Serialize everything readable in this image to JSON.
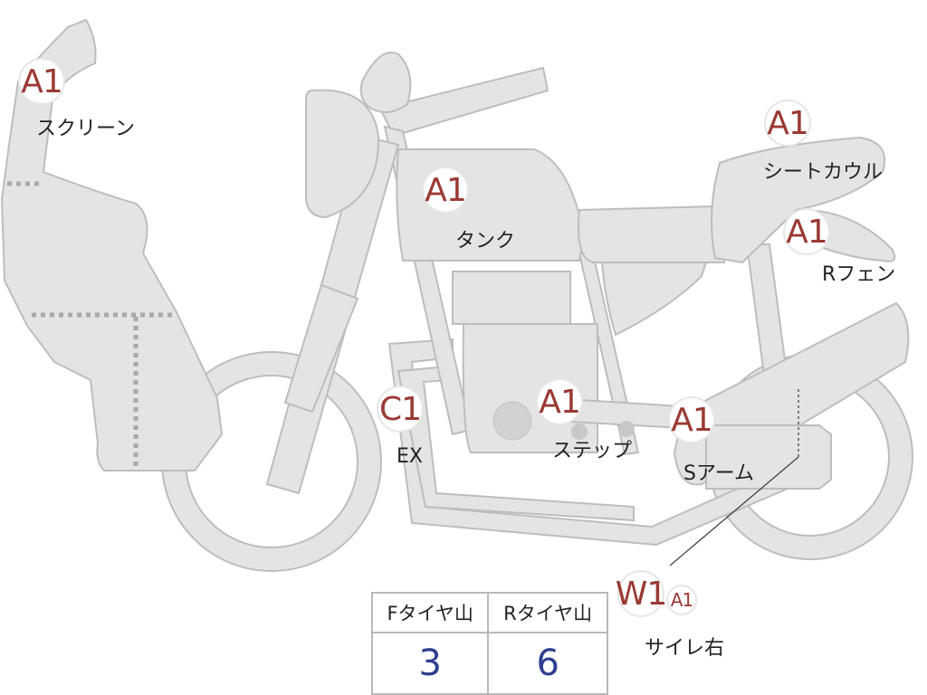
{
  "grade_colors": {
    "badge_text": "#9a3a34",
    "value_text": "#2e3f8f",
    "part_fill": "#e4e4e2"
  },
  "parts": {
    "screen": {
      "grade": "A1",
      "label": "スクリーン"
    },
    "tank": {
      "grade": "A1",
      "label": "タンク"
    },
    "seat_cowl": {
      "grade": "A1",
      "label": "シートカウル"
    },
    "r_fender": {
      "grade": "A1",
      "label": "Rフェン"
    },
    "exhaust": {
      "grade": "C1",
      "label": "EX"
    },
    "step": {
      "grade": "A1",
      "label": "ステップ"
    },
    "swingarm": {
      "grade": "A1",
      "label": "Sアーム"
    },
    "silencer_right": {
      "grade": "W1",
      "sub_grade": "A1",
      "label": "サイレ右"
    }
  },
  "tire_table": {
    "headers": [
      "Fタイヤ山",
      "Rタイヤ山"
    ],
    "values": [
      "3",
      "6"
    ]
  }
}
